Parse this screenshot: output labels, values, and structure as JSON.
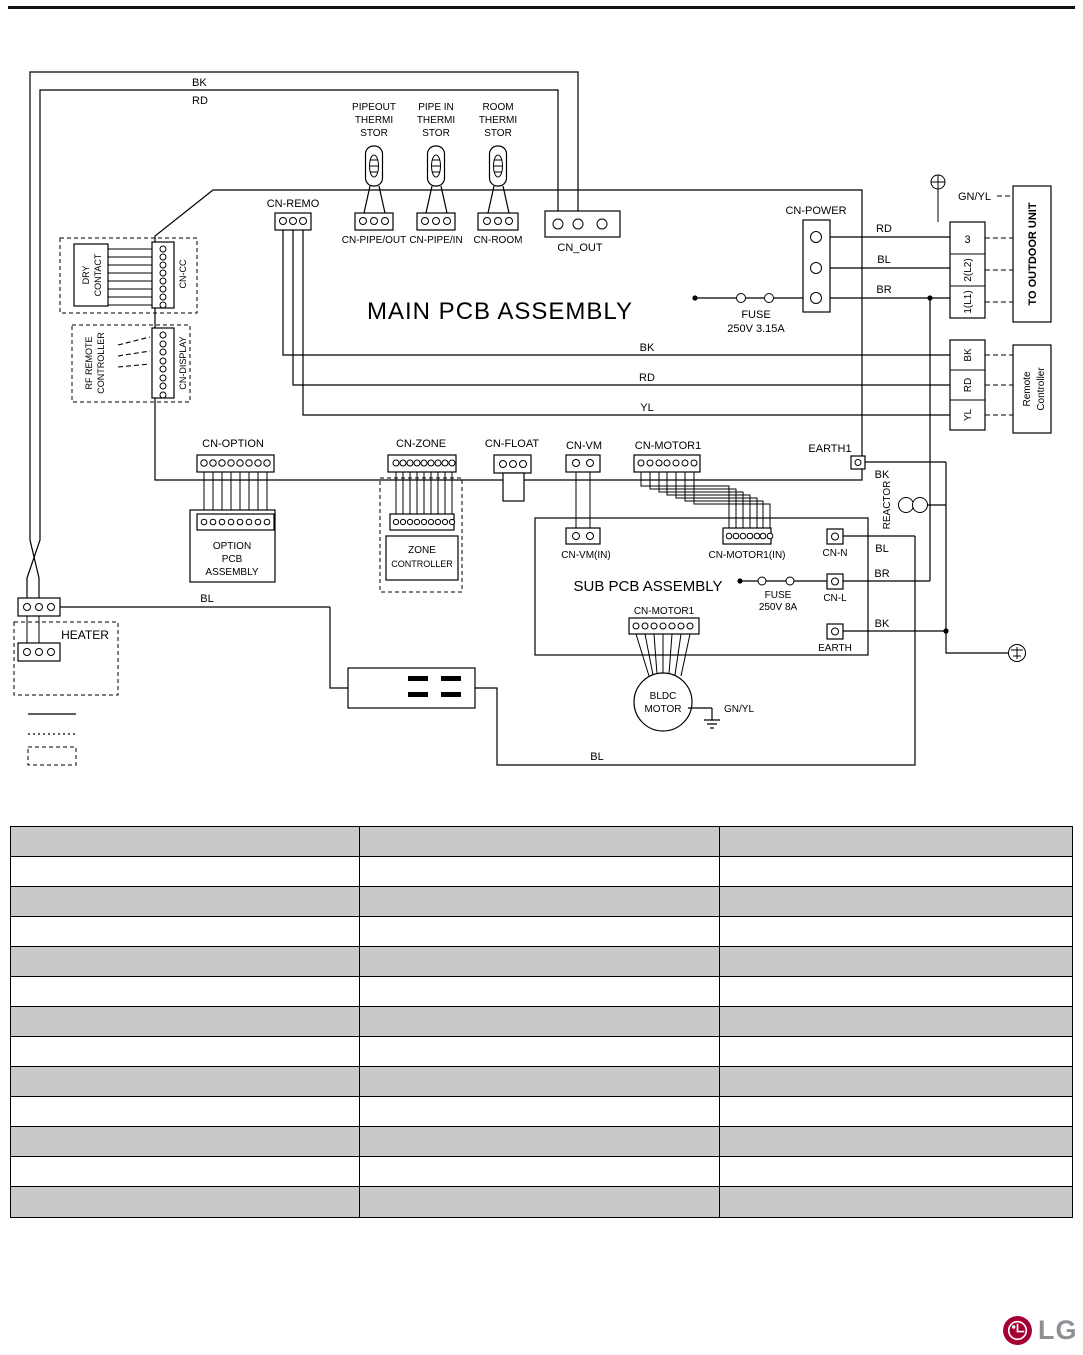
{
  "diagram": {
    "title": "MAIN PCB ASSEMBLY",
    "sub_title": "SUB PCB ASSEMBLY",
    "top": {
      "bk": "BK",
      "rd": "RD"
    },
    "thermistors": {
      "pipeout": [
        "PIPEOUT",
        "THERMI",
        "STOR"
      ],
      "pipein": [
        "PIPE IN",
        "THERMI",
        "STOR"
      ],
      "room": [
        "ROOM",
        "THERMI",
        "STOR"
      ]
    },
    "connectors": {
      "cn_remo": "CN-REMO",
      "cn_pipe_out": "CN-PIPE/OUT",
      "cn_pipe_in": "CN-PIPE/IN",
      "cn_room": "CN-ROOM",
      "cn_out": "CN_OUT",
      "cn_power": "CN-POWER",
      "cn_cc": "CN-CC",
      "cn_display": "CN-DISPLAY",
      "cn_option": "CN-OPTION",
      "cn_zone": "CN-ZONE",
      "cn_float": "CN-FLOAT",
      "cn_vm": "CN-VM",
      "cn_motor1": "CN-MOTOR1",
      "earth1": "EARTH1",
      "cn_vm_in": "CN-VM(IN)",
      "cn_motor1_in": "CN-MOTOR1(IN)",
      "cn_motor1_sub": "CN-MOTOR1",
      "cn_n": "CN-N",
      "cn_l": "CN-L",
      "earth": "EARTH"
    },
    "fuse_main": {
      "line1": "FUSE",
      "line2": "250V 3.15A"
    },
    "fuse_sub": {
      "line1": "FUSE",
      "line2": "250V 8A"
    },
    "wires": {
      "rd": "RD",
      "bl": "BL",
      "br": "BR",
      "bk_remo": "BK",
      "rd_remo": "RD",
      "yl_remo": "YL",
      "gn_yl_top": "GN/YL",
      "gn_yl_motor": "GN/YL",
      "bk_earth1": "BK",
      "bl_cn_n": "BL",
      "br_cn_l": "BR",
      "bk_earth": "BK",
      "bl_heater": "BL",
      "bl_bottom": "BL"
    },
    "terminal_outdoor": {
      "t3": "3",
      "t2": "2(L2)",
      "t1": "1(L1)",
      "label": "TO OUTDOOR UNIT"
    },
    "terminal_remote": {
      "bk": "BK",
      "rd": "RD",
      "yl": "YL",
      "label": [
        "Remote",
        "Controller"
      ]
    },
    "blocks": {
      "dry_contact": [
        "DRY",
        "CONTACT"
      ],
      "rf_remote": [
        "RF REMOTE",
        "CONTROLLER"
      ],
      "option_pcb": [
        "OPTION",
        "PCB",
        "ASSEMBLY"
      ],
      "zone_controller": [
        "ZONE",
        "CONTROLLER"
      ],
      "heater": "HEATER",
      "reactor": "REACTOR",
      "bldc_motor": [
        "BLDC",
        "MOTOR"
      ]
    }
  },
  "table": {
    "column_count": 3,
    "row_count": 13
  },
  "footer": {
    "logo_text": "LG"
  }
}
